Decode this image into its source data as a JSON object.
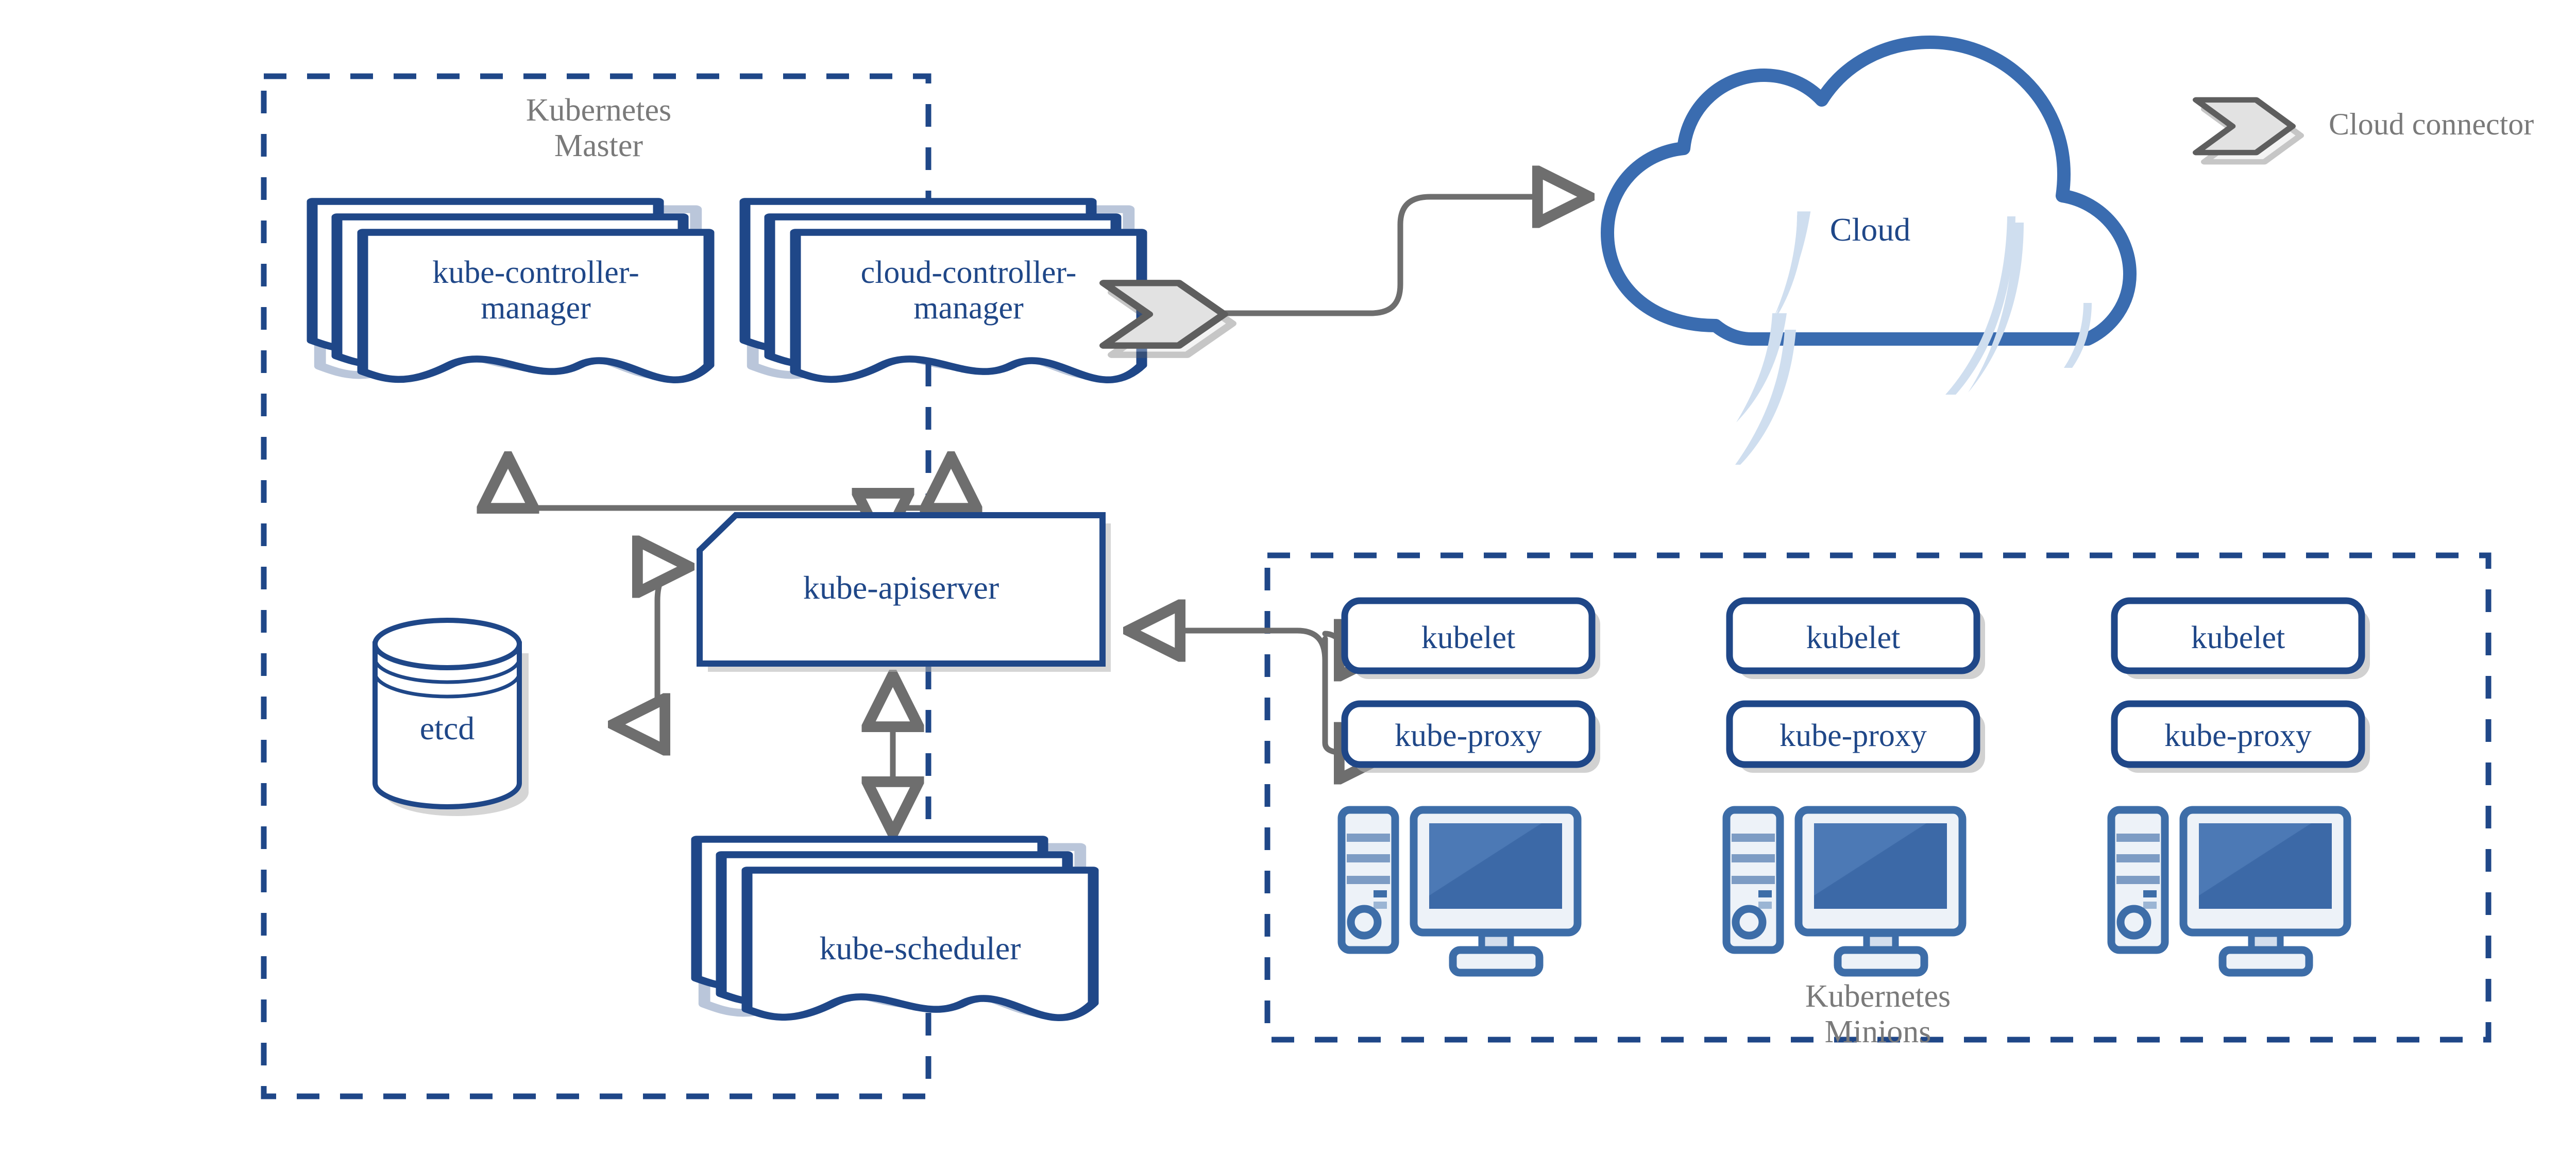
{
  "diagram": {
    "title": "Kubernetes Architecture",
    "colors": {
      "primary_blue": "#1F4788",
      "accent_blue": "#3A6CB0",
      "icon_blue": "#3D6DA8",
      "light_blue": "#CFDEEF",
      "panel_light": "#EDF2F8",
      "arrow_gray": "#6E6E6E",
      "label_gray": "#7A7A7A",
      "shadow_gray": "#B3B3B3",
      "connector_fill": "#E2E2E2",
      "connector_stroke": "#5E5E5E",
      "background": "#FFFFFF"
    }
  },
  "master": {
    "group_label": "Kubernetes\nMaster",
    "components": {
      "kube_controller_manager": "kube-controller-\nmanager",
      "cloud_controller_manager": "cloud-controller-\nmanager",
      "kube_apiserver": "kube-apiserver",
      "etcd": "etcd",
      "kube_scheduler": "kube-scheduler"
    }
  },
  "cloud": {
    "label": "Cloud"
  },
  "legend": {
    "cloud_connector_label": "Cloud connector"
  },
  "minions": {
    "group_label": "Kubernetes\nMinions",
    "nodes": [
      {
        "kubelet": "kubelet",
        "kube_proxy": "kube-proxy"
      },
      {
        "kubelet": "kubelet",
        "kube_proxy": "kube-proxy"
      },
      {
        "kubelet": "kubelet",
        "kube_proxy": "kube-proxy"
      }
    ]
  }
}
